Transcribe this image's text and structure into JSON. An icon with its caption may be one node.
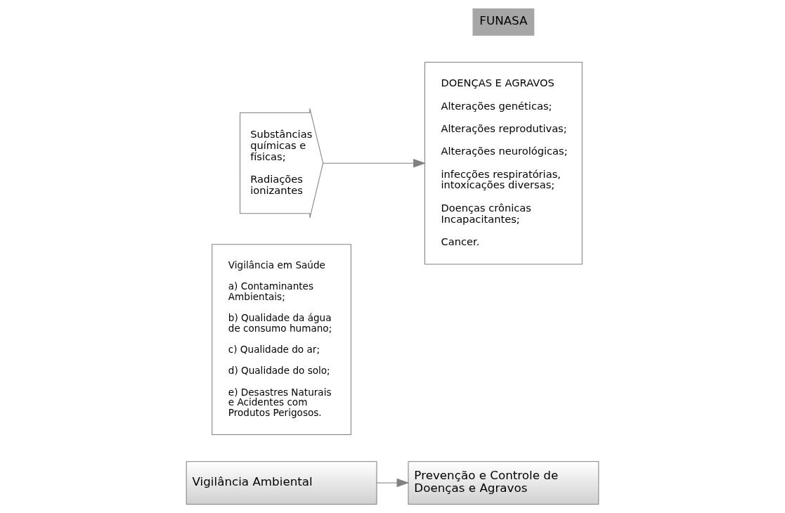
{
  "diagram": {
    "nodes": [
      {
        "text": [
          "Vigilância Ambiental"
        ]
      },
      {
        "text": [
          "Prevenção e Controle de Doenças e Agravos"
        ]
      },
      {
        "text": [
          "Vigilância em Saúde",
          "a) Contaminantes Ambientais;",
          "b) Qualidade da água de consumo humano;",
          "c) Qualidade do ar;",
          "d) Qualidade do solo;",
          "e) Desastres Naturais e Acidentes com Produtos Perigosos."
        ]
      },
      {
        "text": [
          "Substâncias químicas e físicas;",
          "Radiações ionizantes"
        ]
      },
      {
        "text": [
          "DOENÇAS E AGRAVOS",
          "Alterações genéticas;",
          "Alterações reprodutivas;",
          "Alterações neurológicas;",
          "infecções respiratórias, intoxicações diversas;",
          "Doenças crônicas Incapacitantes;",
          "Cancer."
        ]
      }
    ],
    "edges": [
      {
        "from": 0,
        "to": 1,
        "arrow": "to"
      },
      {
        "from": 3,
        "to": 4,
        "arrow": "to"
      }
    ],
    "labels": [
      "FUNASA"
    ]
  }
}
